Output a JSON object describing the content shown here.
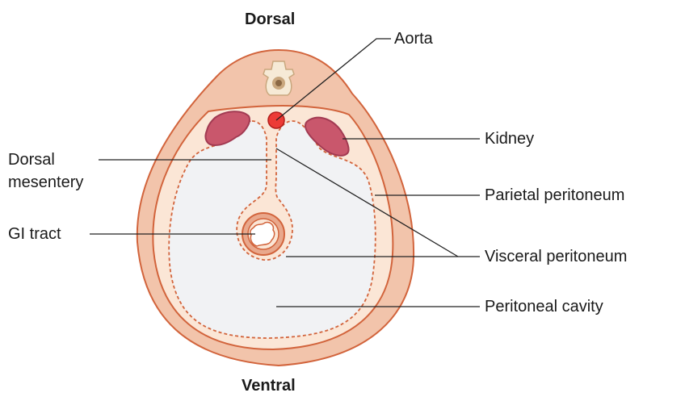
{
  "orientation": {
    "top": "Dorsal",
    "bottom": "Ventral"
  },
  "labels": {
    "aorta": "Aorta",
    "kidney": "Kidney",
    "dorsal_mesentery_line1": "Dorsal",
    "dorsal_mesentery_line2": "mesentery",
    "parietal_peritoneum": "Parietal peritoneum",
    "gi_tract": "GI tract",
    "visceral_peritoneum": "Visceral peritoneum",
    "peritoneal_cavity": "Peritoneal cavity"
  },
  "colors": {
    "body_wall": "#f2c4ab",
    "outline": "#d2643c",
    "inner_layer": "#fbe6d6",
    "cavity": "#f1f2f4",
    "kidney_fill": "#c9576c",
    "kidney_edge": "#a23a52",
    "aorta_fill": "#ec3b36",
    "aorta_edge": "#b21e1c",
    "vertebra_fill": "#f6ead6",
    "vertebra_edge": "#c9a77e",
    "gi_wall": "#e9a88c",
    "leader_line": "#222222"
  }
}
